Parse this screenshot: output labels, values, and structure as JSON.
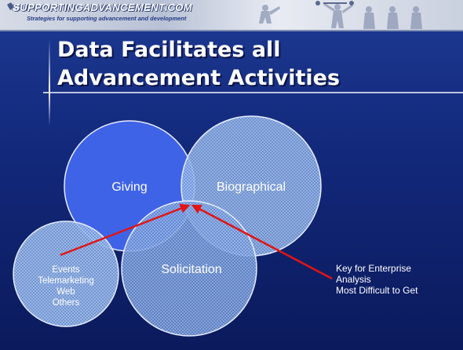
{
  "header": {
    "logo_main": "SUPPORTINGADVANCEMENT.COM",
    "logo_tagline": "Strategies for supporting advancement and development"
  },
  "slide": {
    "title_line1": "Data Facilitates all",
    "title_line2": "Advancement Activities"
  },
  "diagram": {
    "circles": {
      "giving": "Giving",
      "biographical": "Biographical",
      "solicitation": "Solicitation",
      "events": [
        "Events",
        "Telemarketing",
        "Web",
        "Others"
      ]
    },
    "arrow_color": "#e21414",
    "note_lines": [
      "Key for Enterprise",
      "Analysis",
      "Most Difficult to Get"
    ]
  },
  "colors": {
    "background": "#12287a",
    "giving_fill": "#3f63e6",
    "pattern_circle_fill": "#7fa6e0"
  }
}
